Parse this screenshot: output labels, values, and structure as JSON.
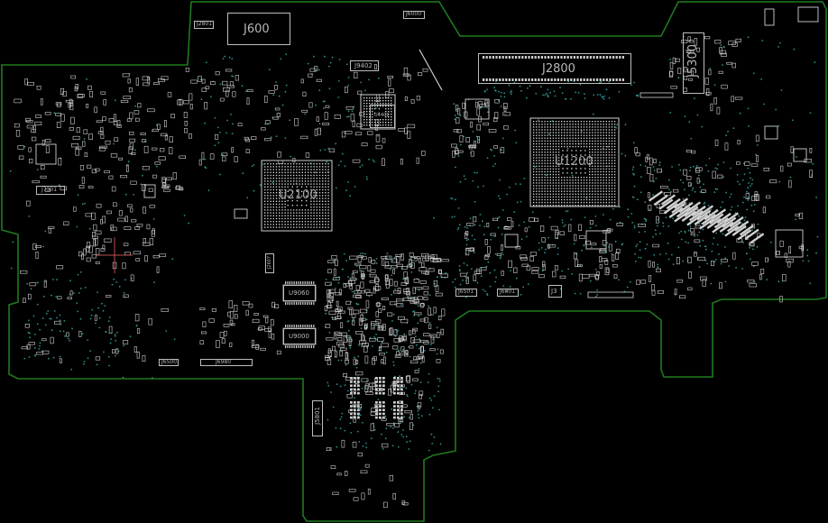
{
  "board": {
    "outline_color": "#1f7a1f",
    "silk_color": "#d0d0d0",
    "via_color": "#2f8f8f",
    "crosshair_color": "#c05050"
  },
  "components": {
    "J600": "J600",
    "J2800": "J2800",
    "J5300": "J5300",
    "U2100": "U2100",
    "U1200": "U1200",
    "J9402": "J9402",
    "J6000": "J6000",
    "J2801": "J2801",
    "U4401": "U4401",
    "J7301": "J7301",
    "U9060": "U9060",
    "U9000": "U9000",
    "J2607": "J2607",
    "J6500": "J6500",
    "J6980": "J6980",
    "J6501": "J6501",
    "J6601": "J6601",
    "J3": "J3",
    "J5801": "J5801"
  }
}
